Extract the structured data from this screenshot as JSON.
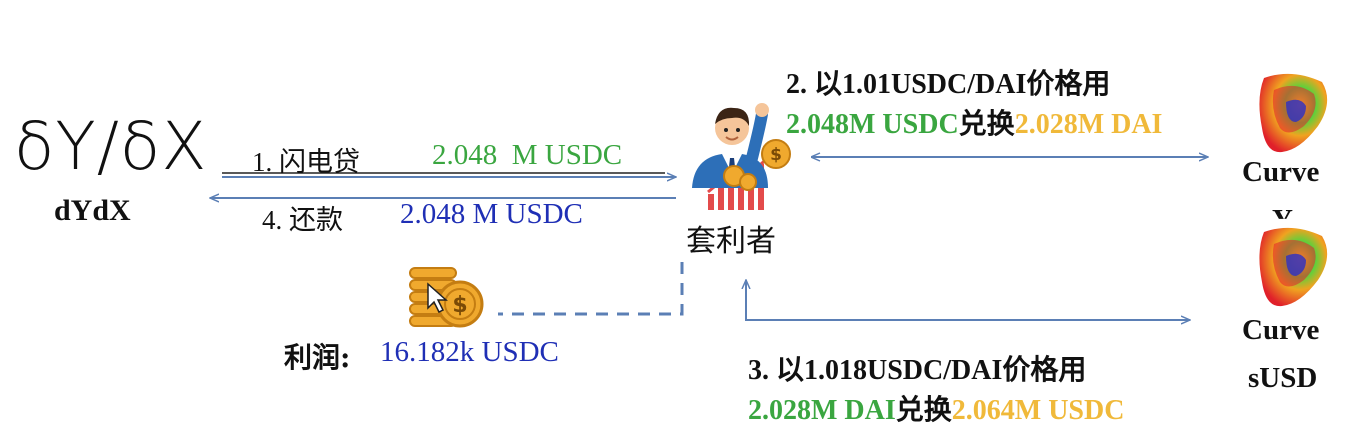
{
  "dydx": {
    "symbol": "δY/δX",
    "name": "dYdX"
  },
  "arbitrageur": {
    "label": "套利者"
  },
  "step1": {
    "label": "1. 闪电贷",
    "amount": "2.048  M USDC"
  },
  "step4": {
    "label": "4. 还款",
    "amount": "2.048 M USDC"
  },
  "profit": {
    "label": "利润:",
    "amount": "16.182k USDC"
  },
  "step2": {
    "line1": "2. 以1.01USDC/DAI价格用",
    "amount_in": "2.048M USDC",
    "verb": "兑换",
    "amount_out": "2.028M DAI"
  },
  "step3": {
    "line1": "3. 以1.018USDC/DAI价格用",
    "amount_in": "2.028M DAI",
    "verb": "兑换",
    "amount_out": "2.064M USDC"
  },
  "curve_y": {
    "line1": "Curve",
    "line2": "Y"
  },
  "curve_susd": {
    "line1": "Curve",
    "line2": "sUSD"
  },
  "colors": {
    "green": "#3aa640",
    "orange": "#f0b93a",
    "blue": "#1f2fb5",
    "arrow": "#5b7fb5"
  }
}
